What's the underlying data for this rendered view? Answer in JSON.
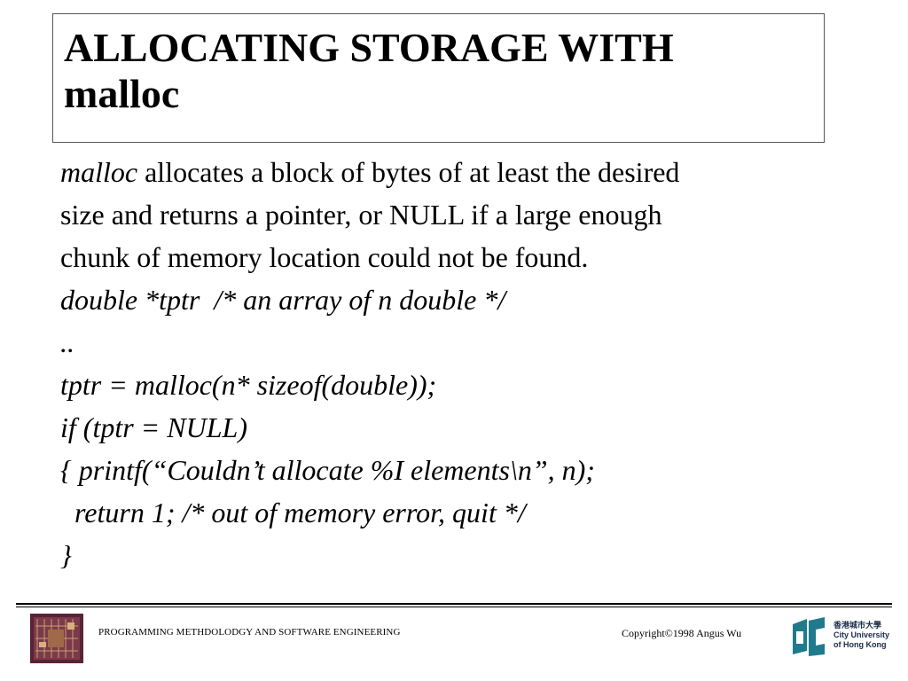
{
  "slide": {
    "title_line1": "ALLOCATING STORAGE WITH",
    "title_line2": "malloc",
    "body": {
      "l1_em": "malloc",
      "l1_rest": " allocates a block of bytes of at least the desired",
      "l2": "size and returns a pointer, or NULL if a large enough",
      "l3": "chunk of memory location could not be found.",
      "l4": "double *tptr  /* an array of n double */",
      "l5": "..",
      "l6": "tptr = malloc(n* sizeof(double));",
      "l7": "if (tptr = NULL)",
      "l8": "{ printf(“Couldn’t allocate %I elements\\n”, n);",
      "l9": "  return 1; /* out of memory error, quit */",
      "l10": "}"
    }
  },
  "footer": {
    "course": "PROGRAMMING METHDOLODGY AND SOFTWARE ENGINEERING",
    "copyright": "Copyright©1998 Angus Wu",
    "logo_chinese": "香港城市大學",
    "logo_en1": "City University",
    "logo_en2": "of Hong Kong",
    "logo_color": "#1f7a8c",
    "chip_icon": "circuit-chip-image"
  }
}
